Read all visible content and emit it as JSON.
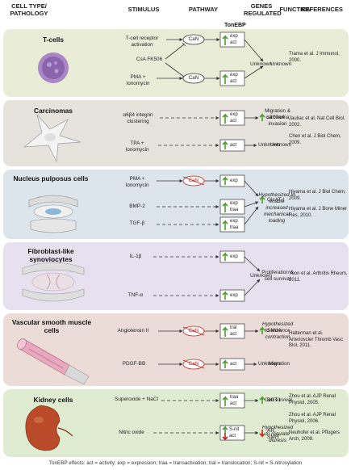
{
  "colors": {
    "tcell_band": "#e9edd8",
    "carcinoma_band": "#e6e3dd",
    "nucleus_band": "#dde5ec",
    "fibro_band": "#e7e0ee",
    "vascular_band": "#ebdcd7",
    "kidney_band": "#dfecd2",
    "up_arrow": "#4f9c2e",
    "down_arrow": "#c0271c",
    "can_oval_red": "#c0271c"
  },
  "headers": {
    "cell_type": "CELL TYPE/ PATHOLOGY",
    "stimulus": "STIMULUS",
    "pathway": "PATHWAY",
    "tonebp": "TonEBP",
    "genes": "GENES REGULATED",
    "function": "FUNCTION",
    "references": "REFERENCES"
  },
  "rows": {
    "tcells": {
      "title": "T-cells",
      "stim1": "T-cell receptor activation",
      "stim2": "CsA FK506",
      "stim3": "PMA + Ionomycin",
      "can1": "CaN",
      "can2": "CaN",
      "box1": "exp act",
      "box2": "exp act",
      "genes": "Unknown",
      "function": "Unknown",
      "ref1": "Trama et al. J Immunol, 2000."
    },
    "carcinomas": {
      "title": "Carcinomas",
      "stim1": "α6β4 integrin clustering",
      "stim2": "TPA + Ionomycin",
      "box1": "exp act",
      "box2": "act",
      "gene1": "s100a4",
      "gene2": "Unknown",
      "func1": "Migration & carcinoma invasion",
      "func2": "Unknown",
      "ref1": "Jauliac et al. Nat Cell Biol, 2002.",
      "ref2": "Chen et al. J Biol Chem, 2009."
    },
    "nucleus": {
      "title": "Nucleus pulposus cells",
      "stim1": "PMA + Ionomycin",
      "stim2": "BMP-2",
      "stim3": "TGF-β",
      "can1": "CaN",
      "box1": "exp",
      "box2": "exp traa",
      "box3": "exp traa",
      "gene1": "GlcAT-I",
      "function": "Hypothesized to enable increased mechanical loading",
      "ref1": "Hiyama et al. J Biol Chem, 2009.",
      "ref2": "Hiyama et al. J Bone Miner Res, 2010."
    },
    "fibro": {
      "title": "Fibroblast-like synoviocytes",
      "stim1": "IL-1β",
      "stim2": "TNF-α",
      "box1": "exp",
      "box2": "exp",
      "genes": "Unknown",
      "function": "Proliferation & cell survival",
      "ref1": "Yoon et al. Arthritis Rheum, 2011."
    },
    "vascular": {
      "title": "Vascular smooth muscle cells",
      "stim1": "Angiotensin II",
      "stim2": "PDGF-BB",
      "can1": "CaN",
      "can2": "CaN",
      "box1": "tral act",
      "box2": "act",
      "gene1": "SMαA",
      "gene2": "Unknown",
      "func1": "Hypothesized to enhance contraction",
      "func2": "Migration",
      "ref1": "Halterman et al. Arterioscler Thromb Vasc Biol, 2011."
    },
    "kidney": {
      "title": "Kidney cells",
      "stim1": "Superoxide + NaCl",
      "stim2": "Nitric oxide",
      "box1": "traa act",
      "box2": "S-nit act",
      "gene1": "BGT1",
      "gene2": "AR, SMIT",
      "func1": "Cell survival",
      "func2": "Hypothesized to regulate diuresis",
      "ref1": "Zhou et al. AJP Renal Physiol, 2005.",
      "ref2": "Zhou et al. AJP Renal Physiol, 2006.",
      "ref3": "Neuhofer et al. Pflugers Arch, 2009."
    }
  },
  "legend": "TonEBP effects: act = activity; exp = expression; traa = transactivation; tral = translocation; S-nit = S-nitrosylation"
}
